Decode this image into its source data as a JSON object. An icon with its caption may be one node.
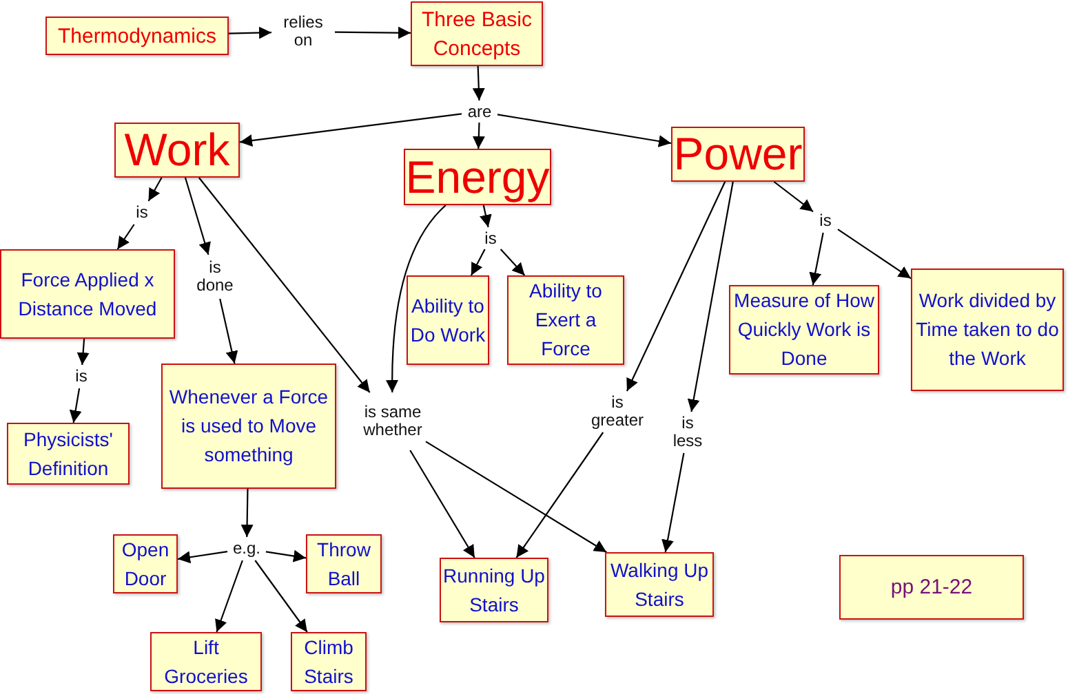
{
  "diagram": {
    "nodes": [
      {
        "text": [
          "Thermodynamics"
        ]
      },
      {
        "text": [
          "relies on"
        ]
      },
      {
        "text": [
          "Three Basic Concepts"
        ]
      },
      {
        "text": [
          "are"
        ]
      },
      {
        "text": [
          "Work"
        ]
      },
      {
        "text": [
          "Energy"
        ]
      },
      {
        "text": [
          "Power"
        ]
      },
      {
        "text": [
          "is"
        ]
      },
      {
        "text": [
          "is done"
        ]
      },
      {
        "text": [
          "Force Applied x Distance Moved"
        ]
      },
      {
        "text": [
          "is"
        ]
      },
      {
        "text": [
          "Physicists' Definition"
        ]
      },
      {
        "text": [
          "Whenever a Force is used to Move something"
        ]
      },
      {
        "text": [
          "e.g."
        ]
      },
      {
        "text": [
          "Open Door"
        ]
      },
      {
        "text": [
          "Throw Ball"
        ]
      },
      {
        "text": [
          "Lift Groceries"
        ]
      },
      {
        "text": [
          "Climb Stairs"
        ]
      },
      {
        "text": [
          "is"
        ]
      },
      {
        "text": [
          "Ability to Do Work"
        ]
      },
      {
        "text": [
          "Ability to Exert a Force"
        ]
      },
      {
        "text": [
          "is same whether"
        ]
      },
      {
        "text": [
          "Running Up Stairs"
        ]
      },
      {
        "text": [
          "Walking Up Stairs"
        ]
      },
      {
        "text": [
          "is"
        ]
      },
      {
        "text": [
          "Measure of How Quickly Work is Done"
        ]
      },
      {
        "text": [
          "Work divided by Time taken to do the Work"
        ]
      },
      {
        "text": [
          "is greater"
        ]
      },
      {
        "text": [
          "is less"
        ]
      },
      {
        "text": [
          "pp 21-22"
        ]
      }
    ],
    "edges": [
      {
        "from": 0,
        "to": 1,
        "arrow": "to"
      },
      {
        "from": 1,
        "to": 2,
        "arrow": "to"
      },
      {
        "from": 2,
        "to": 3,
        "arrow": "to"
      },
      {
        "from": 3,
        "to": 4,
        "arrow": "to"
      },
      {
        "from": 3,
        "to": 5,
        "arrow": "to"
      },
      {
        "from": 3,
        "to": 6,
        "arrow": "to"
      },
      {
        "from": 4,
        "to": 7,
        "arrow": "to"
      },
      {
        "from": 7,
        "to": 9,
        "arrow": "to"
      },
      {
        "from": 4,
        "to": 8,
        "arrow": "to"
      },
      {
        "from": 8,
        "to": 12,
        "arrow": "to"
      },
      {
        "from": 9,
        "to": 10,
        "arrow": "to"
      },
      {
        "from": 10,
        "to": 11,
        "arrow": "to"
      },
      {
        "from": 12,
        "to": 13,
        "arrow": "to"
      },
      {
        "from": 13,
        "to": 14,
        "arrow": "to"
      },
      {
        "from": 13,
        "to": 15,
        "arrow": "to"
      },
      {
        "from": 13,
        "to": 16,
        "arrow": "to"
      },
      {
        "from": 13,
        "to": 17,
        "arrow": "to"
      },
      {
        "from": 5,
        "to": 18,
        "arrow": "to"
      },
      {
        "from": 18,
        "to": 19,
        "arrow": "to"
      },
      {
        "from": 18,
        "to": 20,
        "arrow": "to"
      },
      {
        "from": 4,
        "to": 21,
        "arrow": "to"
      },
      {
        "from": 5,
        "to": 21,
        "arrow": "to"
      },
      {
        "from": 21,
        "to": 22,
        "arrow": "to"
      },
      {
        "from": 21,
        "to": 23,
        "arrow": "to"
      },
      {
        "from": 6,
        "to": 24,
        "arrow": "to"
      },
      {
        "from": 24,
        "to": 25,
        "arrow": "to"
      },
      {
        "from": 24,
        "to": 26,
        "arrow": "to"
      },
      {
        "from": 6,
        "to": 27,
        "arrow": "to"
      },
      {
        "from": 27,
        "to": 22,
        "arrow": "to"
      },
      {
        "from": 6,
        "to": 28,
        "arrow": "to"
      },
      {
        "from": 28,
        "to": 23,
        "arrow": "to"
      }
    ]
  }
}
